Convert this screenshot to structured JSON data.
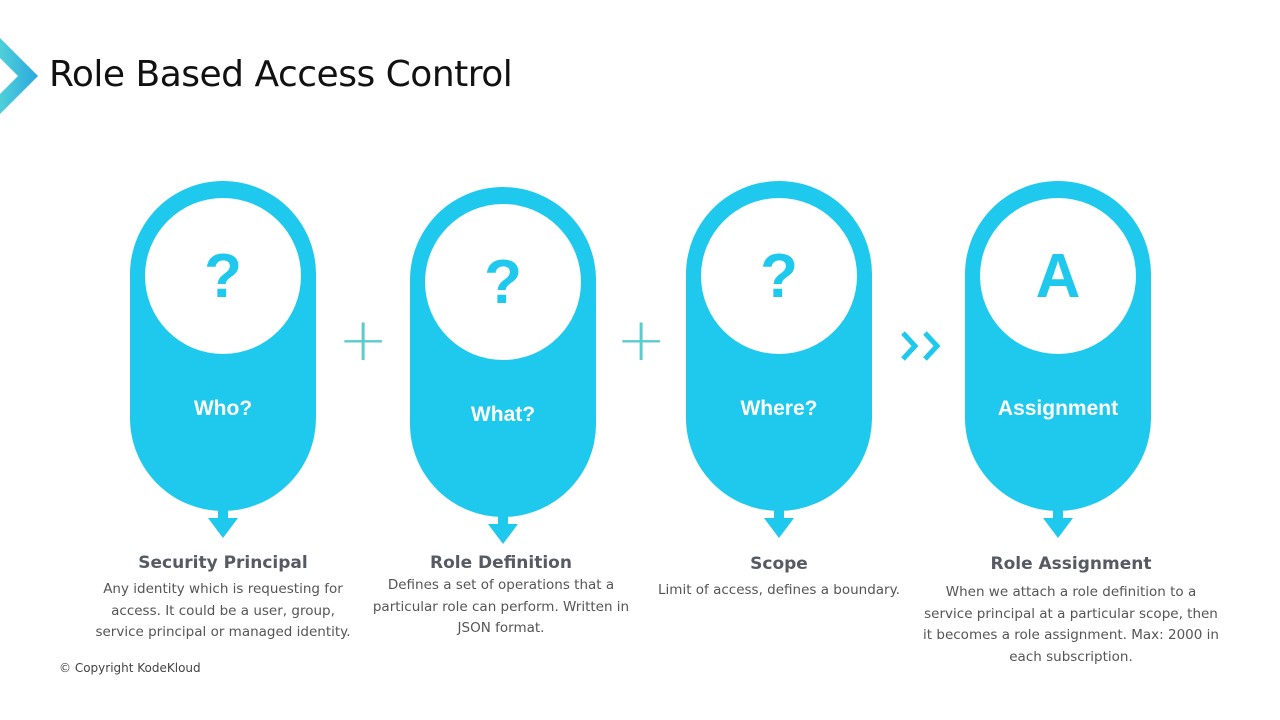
{
  "title": "Role Based Access Control",
  "colors": {
    "accent": "#1ec9ed",
    "operator": "#5ccbcc",
    "heading": "#555a63"
  },
  "steps": [
    {
      "symbol": "?",
      "label": "Who?",
      "heading": "Security Principal",
      "lines": [
        "Any identity which is requesting for",
        "access. It could be a user, group,",
        "service principal or managed identity."
      ]
    },
    {
      "symbol": "?",
      "label": "What?",
      "heading": "Role Definition",
      "lines": [
        "Defines a set of operations that a",
        "particular role can perform. Written in",
        "JSON format."
      ]
    },
    {
      "symbol": "?",
      "label": "Where?",
      "heading": "Scope",
      "lines": [
        "Limit of access, defines a boundary."
      ]
    },
    {
      "symbol": "A",
      "label": "Assignment",
      "heading": "Role Assignment",
      "lines": [
        "When we attach a role definition to a",
        "service principal at a particular scope, then",
        "it becomes a role assignment. Max: 2000 in",
        "each subscription."
      ]
    }
  ],
  "operators": [
    "+",
    "+"
  ],
  "copyright": "© Copyright KodeKloud"
}
